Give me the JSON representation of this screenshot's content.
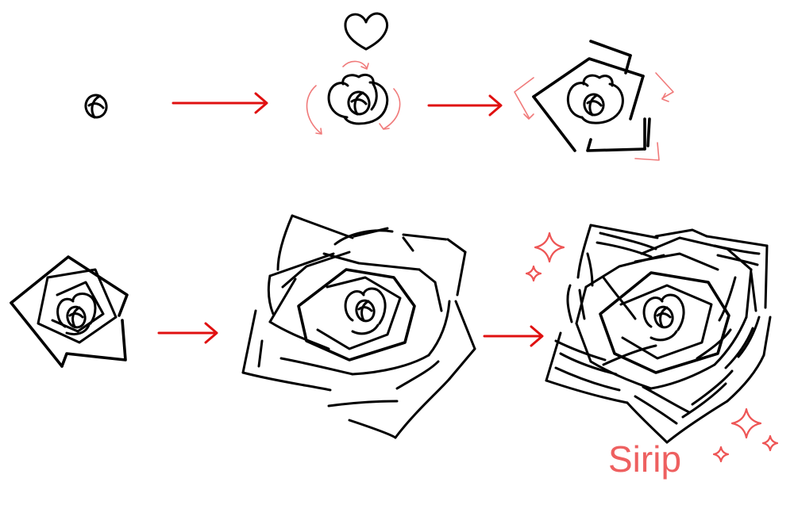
{
  "diagram": {
    "signature": "Sirip",
    "colors": {
      "ink": "#000000",
      "arrow": "#e01010",
      "hint": "#f07a7a",
      "sparkle": "#ee5555",
      "signature": "#ee6060",
      "background": "#ffffff"
    },
    "steps": [
      {
        "id": 1,
        "shape": "bud-spiral"
      },
      {
        "id": 2,
        "shape": "heart-petals-around-bud"
      },
      {
        "id": 3,
        "shape": "angular-outer-petals"
      },
      {
        "id": 4,
        "shape": "small-rose"
      },
      {
        "id": 5,
        "shape": "open-rose"
      },
      {
        "id": 6,
        "shape": "full-rose-with-sparkles"
      }
    ],
    "arrows": [
      "step-1-to-2",
      "step-2-to-3",
      "step-4-to-5",
      "step-5-to-6"
    ],
    "icons": [
      "heart-icon",
      "sparkle-icon"
    ]
  }
}
